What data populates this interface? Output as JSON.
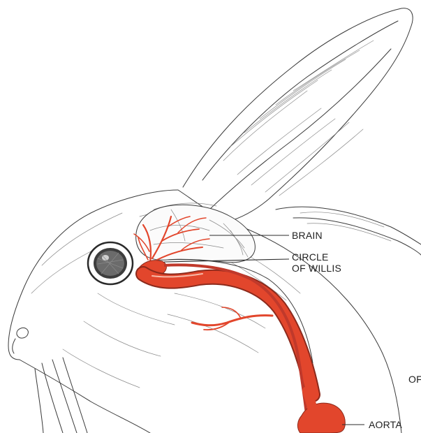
{
  "labels": {
    "brain": "BRAIN",
    "circle_of_willis_line1": "CIRCLE",
    "circle_of_willis_line2": "OF WILLIS",
    "aorta": "AORTA",
    "cut_off_text": "OF"
  },
  "colors": {
    "artery_fill": "#e2462c",
    "artery_dark": "#8c2a1c",
    "outline": "#3a3a3a",
    "background": "#ffffff"
  }
}
